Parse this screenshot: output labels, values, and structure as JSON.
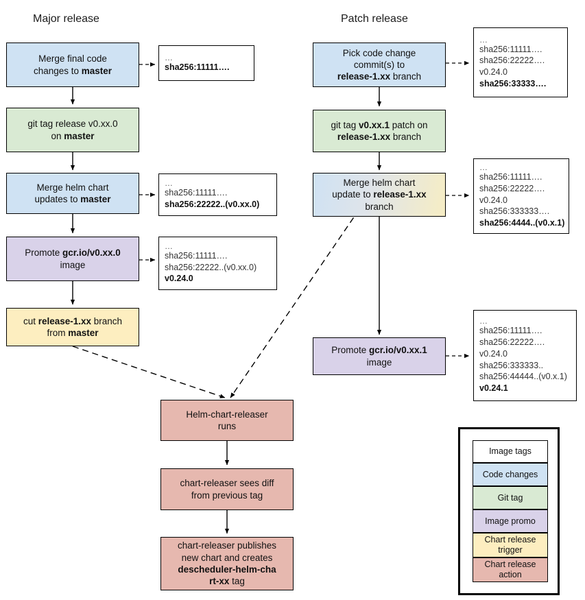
{
  "columns": {
    "major_title": "Major release",
    "patch_title": "Patch release"
  },
  "major_nodes": [
    {
      "id": "merge-final-code",
      "html": "Merge final code<br>changes to <b>master</b>",
      "type": "code-changes"
    },
    {
      "id": "git-tag-release",
      "html": "git tag release v0.xx.0<br>on <b>master</b>",
      "type": "git-tag"
    },
    {
      "id": "merge-helm-chart-master",
      "html": "Merge helm chart<br>updates to <b>master</b>",
      "type": "code-changes"
    },
    {
      "id": "promote-image-major",
      "html": "Promote <b>gcr.io/v0.xx.0</b><br>image",
      "type": "image-promo"
    },
    {
      "id": "cut-release-branch",
      "html": "cut <b>release-1.xx</b> branch<br>from <b>master</b>",
      "type": "chart-release-trigger"
    }
  ],
  "patch_nodes": [
    {
      "id": "pick-code-change",
      "html": "Pick code change<br>commit(s) to<br><b>release-1.xx</b> branch",
      "type": "code-changes"
    },
    {
      "id": "git-tag-patch",
      "html": "git tag <b>v0.xx.1</b> patch on<br><b>release-1.xx</b> branch",
      "type": "git-tag"
    },
    {
      "id": "merge-helm-chart-release",
      "html": "Merge helm chart<br>update to <b>release-1.xx</b><br>branch",
      "type": "mixed"
    },
    {
      "id": "promote-image-patch",
      "html": "Promote <b>gcr.io/v0.xx.1</b><br>image",
      "type": "image-promo"
    }
  ],
  "bottom_nodes": [
    {
      "id": "helm-chart-releaser-runs",
      "html": "Helm-chart-releaser<br>runs",
      "type": "chart-release-action"
    },
    {
      "id": "chart-releaser-sees-diff",
      "html": "chart-releaser sees diff<br>from previous tag",
      "type": "chart-release-action"
    },
    {
      "id": "chart-releaser-publishes",
      "html": "chart-releaser publishes<br>new chart and creates<br><b>descheduler-helm-cha</b><br><b>rt-xx</b> tag",
      "type": "chart-release-action"
    }
  ],
  "notes": [
    {
      "id": "note-merge-final-code",
      "lines": [
        {
          "text": "…",
          "bold": false,
          "dots": true
        },
        {
          "text": "sha256:11111….",
          "bold": true
        }
      ]
    },
    {
      "id": "note-merge-helm-master",
      "lines": [
        {
          "text": "…",
          "bold": false,
          "dots": true
        },
        {
          "text": "sha256:11111….",
          "bold": false
        },
        {
          "text": "sha256:22222..(v0.xx.0)",
          "bold": true
        }
      ]
    },
    {
      "id": "note-promote-major",
      "lines": [
        {
          "text": "…",
          "bold": false,
          "dots": true
        },
        {
          "text": "sha256:11111….",
          "bold": false
        },
        {
          "text": "sha256:22222..(v0.xx.0)",
          "bold": false
        },
        {
          "text": "v0.24.0",
          "bold": true
        }
      ]
    },
    {
      "id": "note-pick-code-change",
      "lines": [
        {
          "text": "…",
          "bold": false,
          "dots": true
        },
        {
          "text": "sha256:11111….",
          "bold": false
        },
        {
          "text": "sha256:22222….",
          "bold": false
        },
        {
          "text": "v0.24.0",
          "bold": false
        },
        {
          "text": "sha256:33333….",
          "bold": true
        }
      ]
    },
    {
      "id": "note-merge-helm-release",
      "lines": [
        {
          "text": "…",
          "bold": false,
          "dots": true
        },
        {
          "text": "sha256:11111….",
          "bold": false
        },
        {
          "text": "sha256:22222….",
          "bold": false
        },
        {
          "text": "v0.24.0",
          "bold": false
        },
        {
          "text": "sha256:333333….",
          "bold": false
        },
        {
          "text": "sha256:4444..(v0.x.1)",
          "bold": true
        }
      ]
    },
    {
      "id": "note-promote-patch",
      "lines": [
        {
          "text": "…",
          "bold": false,
          "dots": true
        },
        {
          "text": "sha256:11111….",
          "bold": false
        },
        {
          "text": "sha256:22222….",
          "bold": false
        },
        {
          "text": "v0.24.0",
          "bold": false
        },
        {
          "text": "sha256:333333..",
          "bold": false
        },
        {
          "text": "sha256:44444..(v0.x.1)",
          "bold": false
        },
        {
          "text": "v0.24.1",
          "bold": true
        }
      ]
    }
  ],
  "legend": {
    "items": [
      {
        "label": "Image tags",
        "type": "image-tags",
        "color": "#ffffff"
      },
      {
        "label": "Code changes",
        "type": "code-changes",
        "color": "#cfe2f3"
      },
      {
        "label": "Git tag",
        "type": "git-tag",
        "color": "#d9ead3"
      },
      {
        "label": "Image promo",
        "type": "image-promo",
        "color": "#d9d2e9"
      },
      {
        "label": "Chart release trigger",
        "type": "chart-release-trigger",
        "color": "#fdeec0"
      },
      {
        "label": "Chart release action",
        "type": "chart-release-action",
        "color": "#e6b8af"
      }
    ]
  }
}
